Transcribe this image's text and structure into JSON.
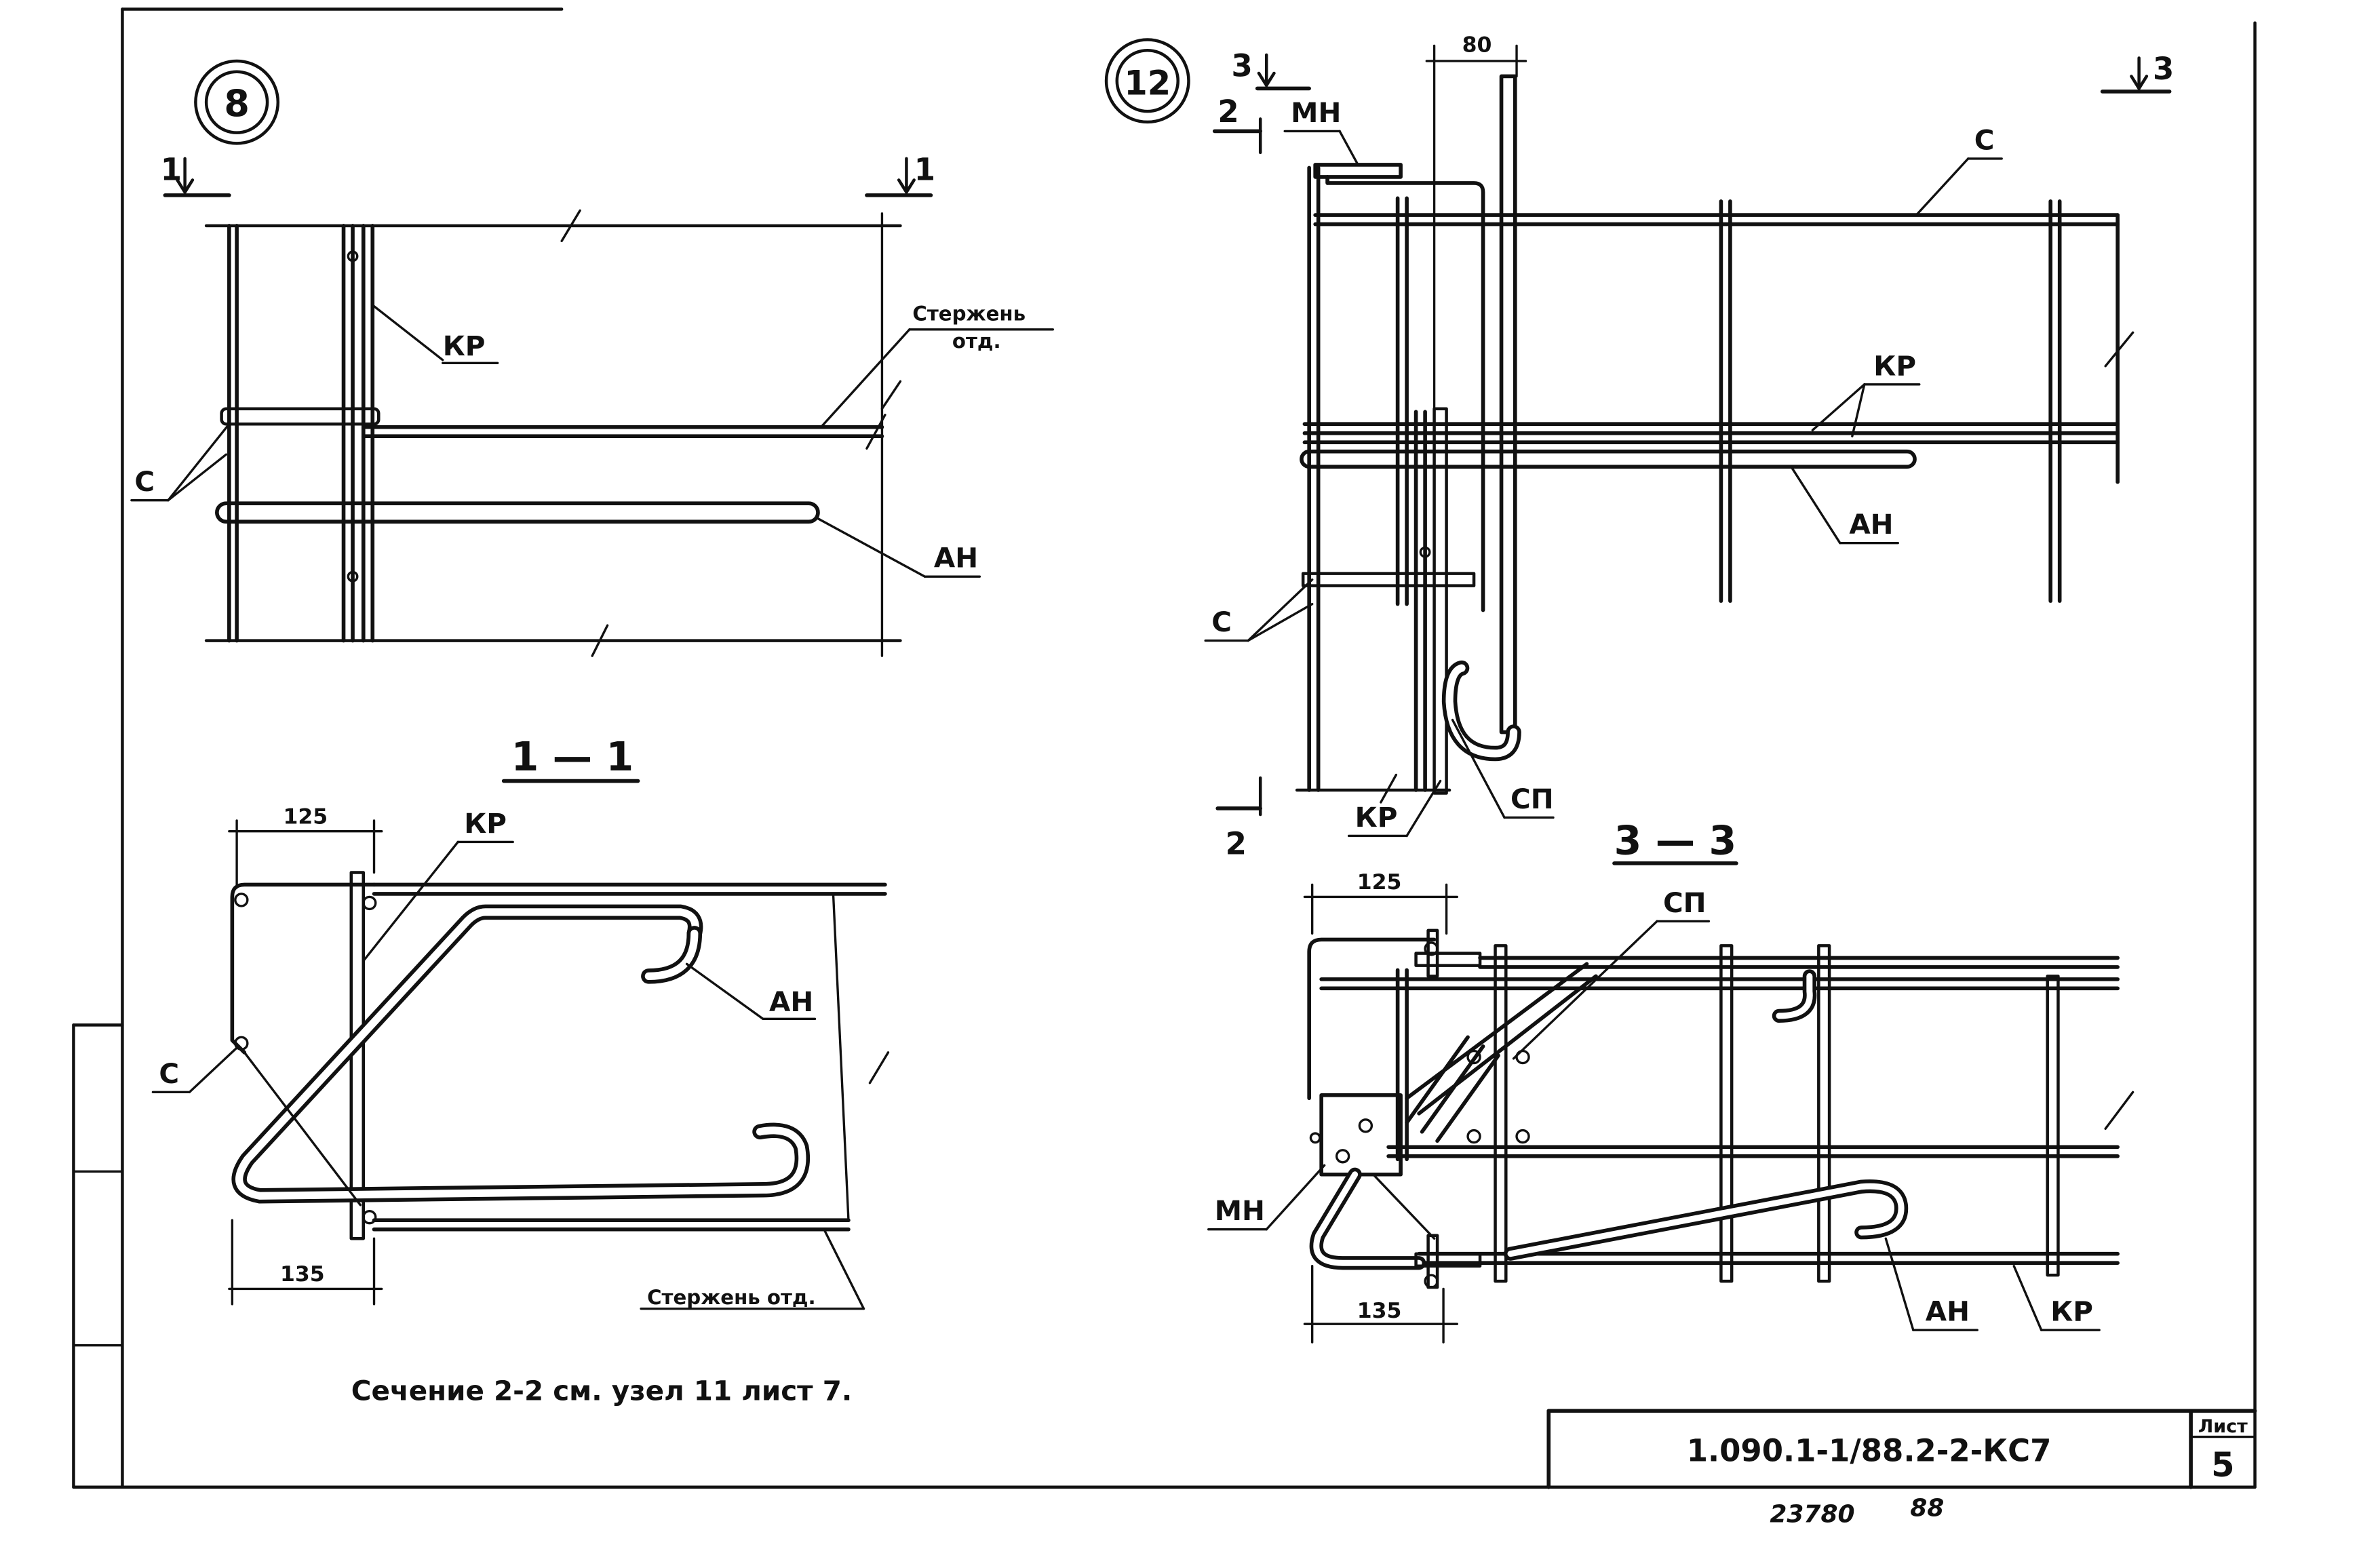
{
  "node_8": {
    "circle_label": "8",
    "section_mark_left": "1",
    "section_mark_right": "1",
    "label_kr": "КР",
    "label_rod": "Стержень",
    "label_rod_2": "отд.",
    "label_s": "С",
    "label_an": "АН"
  },
  "section_1_1": {
    "title": "1 — 1",
    "dim_top": "125",
    "dim_bottom": "135",
    "label_kr": "КР",
    "label_an": "АН",
    "label_s": "С",
    "label_rod": "Стержень отд."
  },
  "note": "Сечение 2-2 см. узел 11 лист 7.",
  "node_12": {
    "circle_label": "12",
    "section_mark_3_left": "3",
    "section_mark_3_right": "3",
    "section_mark_2_top": "2",
    "section_mark_2_bottom": "2",
    "dim_top": "80",
    "label_mn": "МН",
    "label_c": "С",
    "label_kr": "КР",
    "label_an": "АН",
    "label_s": "С",
    "label_sp": "СП",
    "label_kr_bottom": "КР"
  },
  "section_3_3": {
    "title": "3 — 3",
    "dim_top": "125",
    "dim_bottom": "135",
    "label_sp": "СП",
    "label_mn": "МН",
    "label_an": "АН",
    "label_kr": "КР"
  },
  "title_block": {
    "doc_code": "1.090.1-1/88.2-2-КС7",
    "sheet_label": "Лист",
    "sheet_number": "5"
  },
  "footer": {
    "inventory_no": "23780",
    "year": "88"
  }
}
